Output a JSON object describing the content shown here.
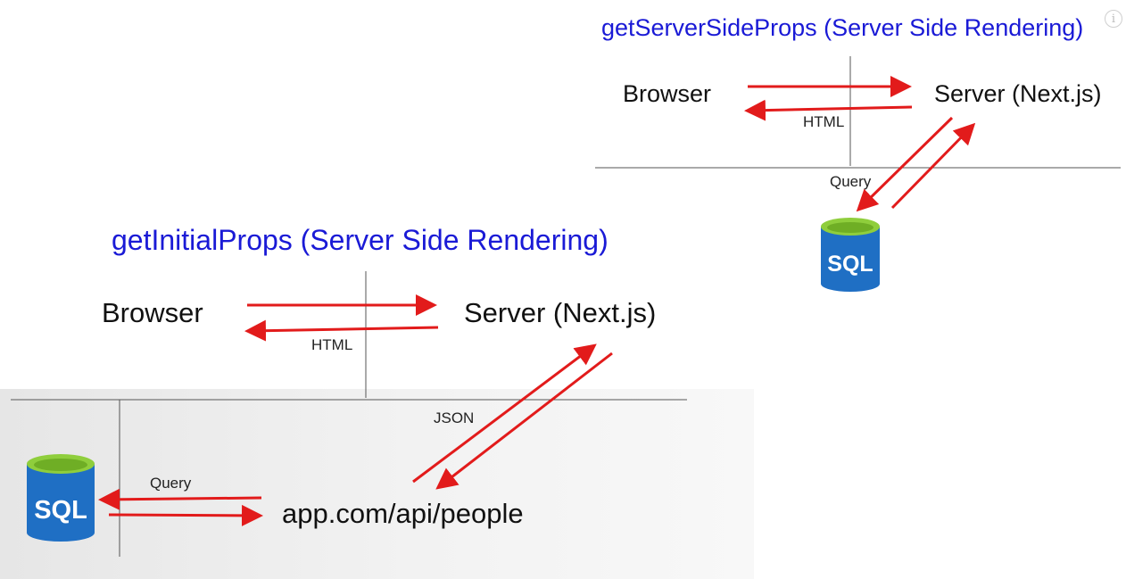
{
  "top_diagram": {
    "title": "getServerSideProps (Server Side Rendering)",
    "browser_label": "Browser",
    "server_label": "Server (Next.js)",
    "html_label": "HTML",
    "query_label": "Query",
    "db_label": "SQL"
  },
  "bottom_diagram": {
    "title": "getInitialProps (Server Side Rendering)",
    "browser_label": "Browser",
    "server_label": "Server (Next.js)",
    "html_label": "HTML",
    "json_label": "JSON",
    "query_label": "Query",
    "api_label": "app.com/api/people",
    "db_label": "SQL"
  },
  "colors": {
    "title": "#1a1ad6",
    "arrow": "#e21b1b",
    "db_body": "#1f6fc4",
    "db_top": "#8fce3c"
  },
  "icons": {
    "info": "info-icon",
    "database": "sql-database-icon"
  }
}
